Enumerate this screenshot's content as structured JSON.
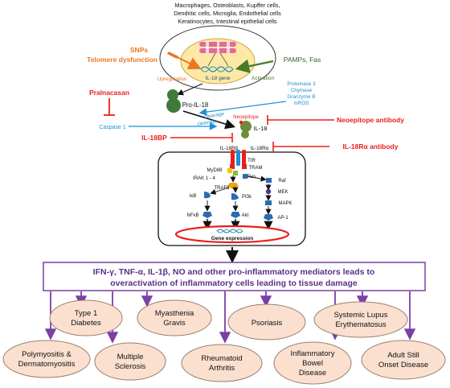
{
  "cell_types": {
    "line1": "Macrophages, Osteoblasts, Kupffer cells,",
    "line2": "Dendritic cells, Microglia, Endothelial cells",
    "line3": "Keratinocytes, Intestinal epithelial cells"
  },
  "nucleus": {
    "gene_label": "IL-18 gene",
    "upregulation": "Upregulation",
    "activation": "Activation"
  },
  "inputs": {
    "snps": "SNPs",
    "telomere": "Telomere dysfunction",
    "pamps": "PAMPs, Fas"
  },
  "processing": {
    "pralnacasan": "Pralnacasan",
    "pro_il18": "Pro-IL-18",
    "caspase1": "Caspase 1",
    "proteases": [
      "Proteinase 3",
      "Chymase",
      "Granzyme B",
      "mROS"
    ],
    "cleavage1": "cleavage",
    "cleavage2": "cleavage",
    "neoepitope": "Neoepitope",
    "il18": "IL-18",
    "il18bp": "IL-18BP",
    "neoepitope_antibody": "Neoepitope antibody",
    "il18ra_antibody": "IL-18Rα antibody"
  },
  "receptor": {
    "beta": "IL-18Rβ",
    "alpha": "IL-18Rα",
    "tir": "TIR",
    "tram": "TRAM",
    "myd88": "MyD88",
    "irak": "IRAK 1 - 4",
    "ras": "Ras",
    "raf": "Raf",
    "mek": "MEK",
    "mapk": "MAPK",
    "ap1": "AP-1",
    "traf6": "TRAF6",
    "ikb": "IκB",
    "pi3k": "PI3k",
    "nfkb": "NFκB",
    "akt": "Akt",
    "gene_expression": "Gene expression"
  },
  "outcome": {
    "line1": "IFN-γ, TNF-α, IL-1β, NO and other pro-inflammatory mediators leads to",
    "line2": "overactivation of inflammatory cells leading to tissue damage"
  },
  "diseases": {
    "type1": [
      "Type 1",
      "Diabetes"
    ],
    "mg": [
      "Myasthenia",
      "Gravis"
    ],
    "psoriasis": [
      "Psoriasis"
    ],
    "sle": [
      "Systemic Lupus",
      "Erythematosus"
    ],
    "polymyositis": [
      "Polymyositis &",
      "Dermatomyositis"
    ],
    "ms": [
      "Multiple",
      "Sclerosis"
    ],
    "ra": [
      "Rheumatoid",
      "Arthritis"
    ],
    "ibd": [
      "Inflammatory",
      "Bowel",
      "Disease"
    ],
    "asod": [
      "Adult Still",
      "Onset Disease"
    ]
  },
  "colors": {
    "red": "#e8201c",
    "orange": "#e87722",
    "blue": "#1f8fd6",
    "green": "#4a7a2a",
    "purple": "#7b3fa6",
    "disease_fill": "#fbe0d0",
    "nucleus_fill": "#fde8a6"
  }
}
